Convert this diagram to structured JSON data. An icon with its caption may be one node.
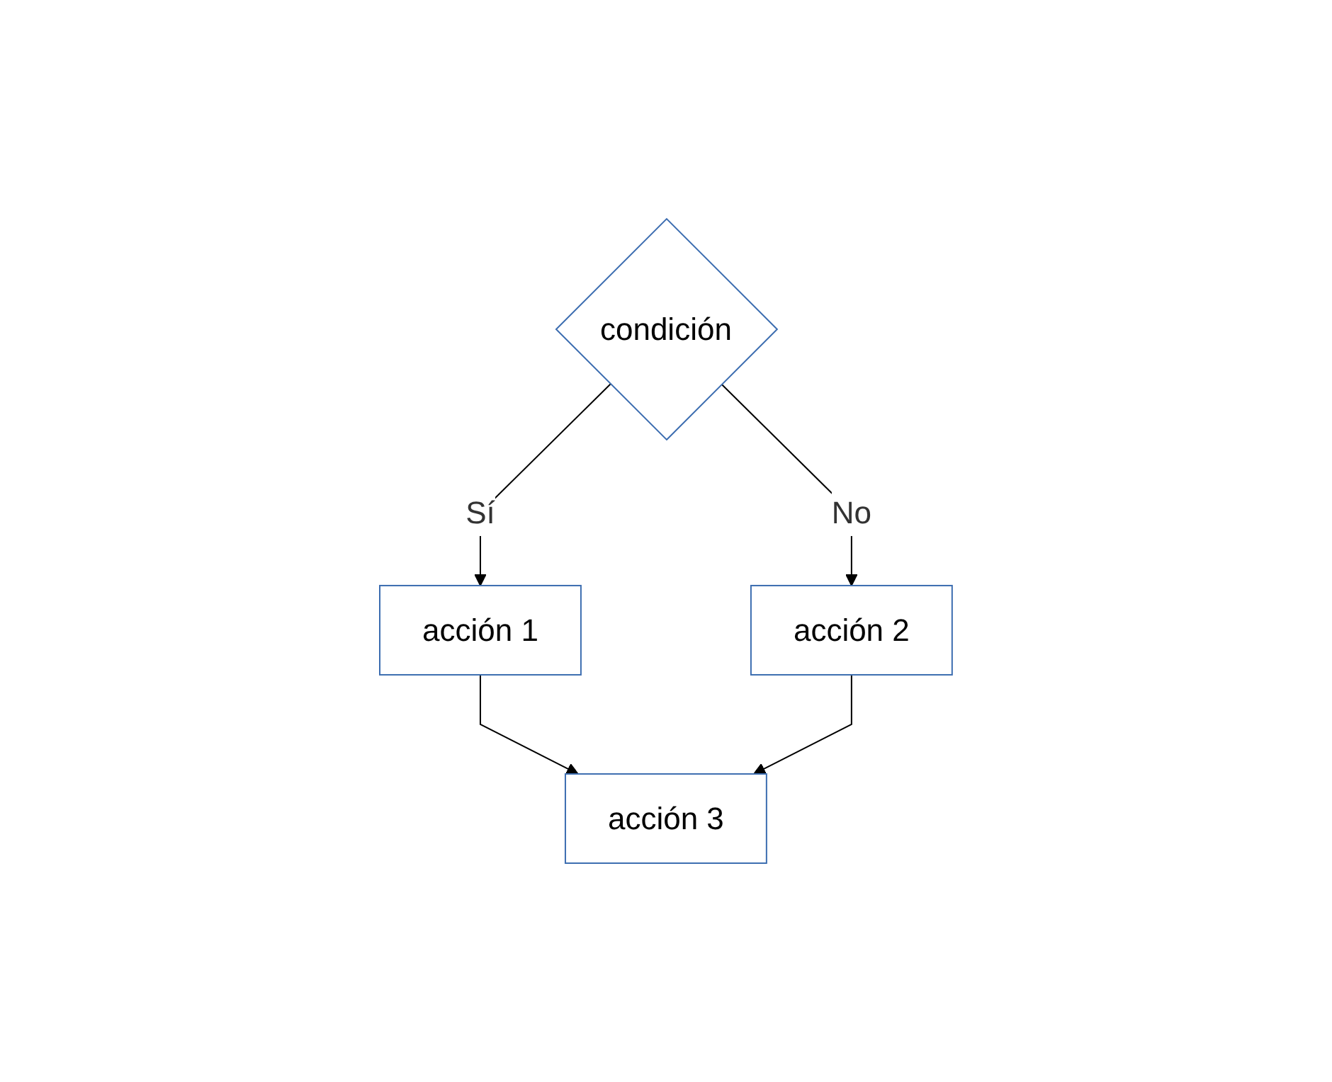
{
  "diagram": {
    "nodes": [
      {
        "text": [
          "condición"
        ]
      },
      {
        "text": [
          "acción 1"
        ]
      },
      {
        "text": [
          "acción 2"
        ]
      },
      {
        "text": [
          "acción 3"
        ]
      }
    ],
    "edges": [
      {
        "from": 0,
        "to": 1,
        "arrow": "to",
        "label": "Sí"
      },
      {
        "from": 0,
        "to": 2,
        "arrow": "to",
        "label": "No"
      },
      {
        "from": 1,
        "to": 3,
        "arrow": "to"
      },
      {
        "from": 2,
        "to": 3,
        "arrow": "to"
      }
    ]
  }
}
